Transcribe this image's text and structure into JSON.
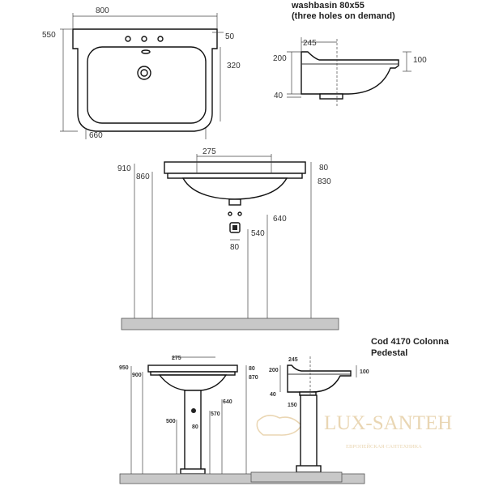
{
  "captions": {
    "top_line1": "washbasin 80x55",
    "top_line2": "(three holes on demand)",
    "bottom_line1": "Cod 4170 Colonna",
    "bottom_line2": "Pedestal"
  },
  "top_view": {
    "width": "800",
    "depth": "550",
    "rim": "50",
    "bowl": "320",
    "inner": "660"
  },
  "side_view_top": {
    "depth": "245",
    "height": "200",
    "rim": "100",
    "drain": "40"
  },
  "front_view": {
    "holes": "275",
    "h1": "910",
    "h2": "860",
    "rim": "80",
    "h3": "830",
    "h4": "640",
    "h5": "540",
    "trap": "80"
  },
  "pedestal_front": {
    "holes": "275",
    "h1": "950",
    "h2": "900",
    "rim": "80",
    "h3": "870",
    "h4": "640",
    "h5": "570",
    "h6": "500",
    "trap": "80"
  },
  "pedestal_side": {
    "depth": "245",
    "height": "200",
    "rim": "100",
    "drain": "40",
    "offset": "150"
  },
  "watermark": {
    "brand": "LUX-SANTEH",
    "tagline": "ЕВРОПЕЙСКАЯ САНТЕХНИКА"
  }
}
